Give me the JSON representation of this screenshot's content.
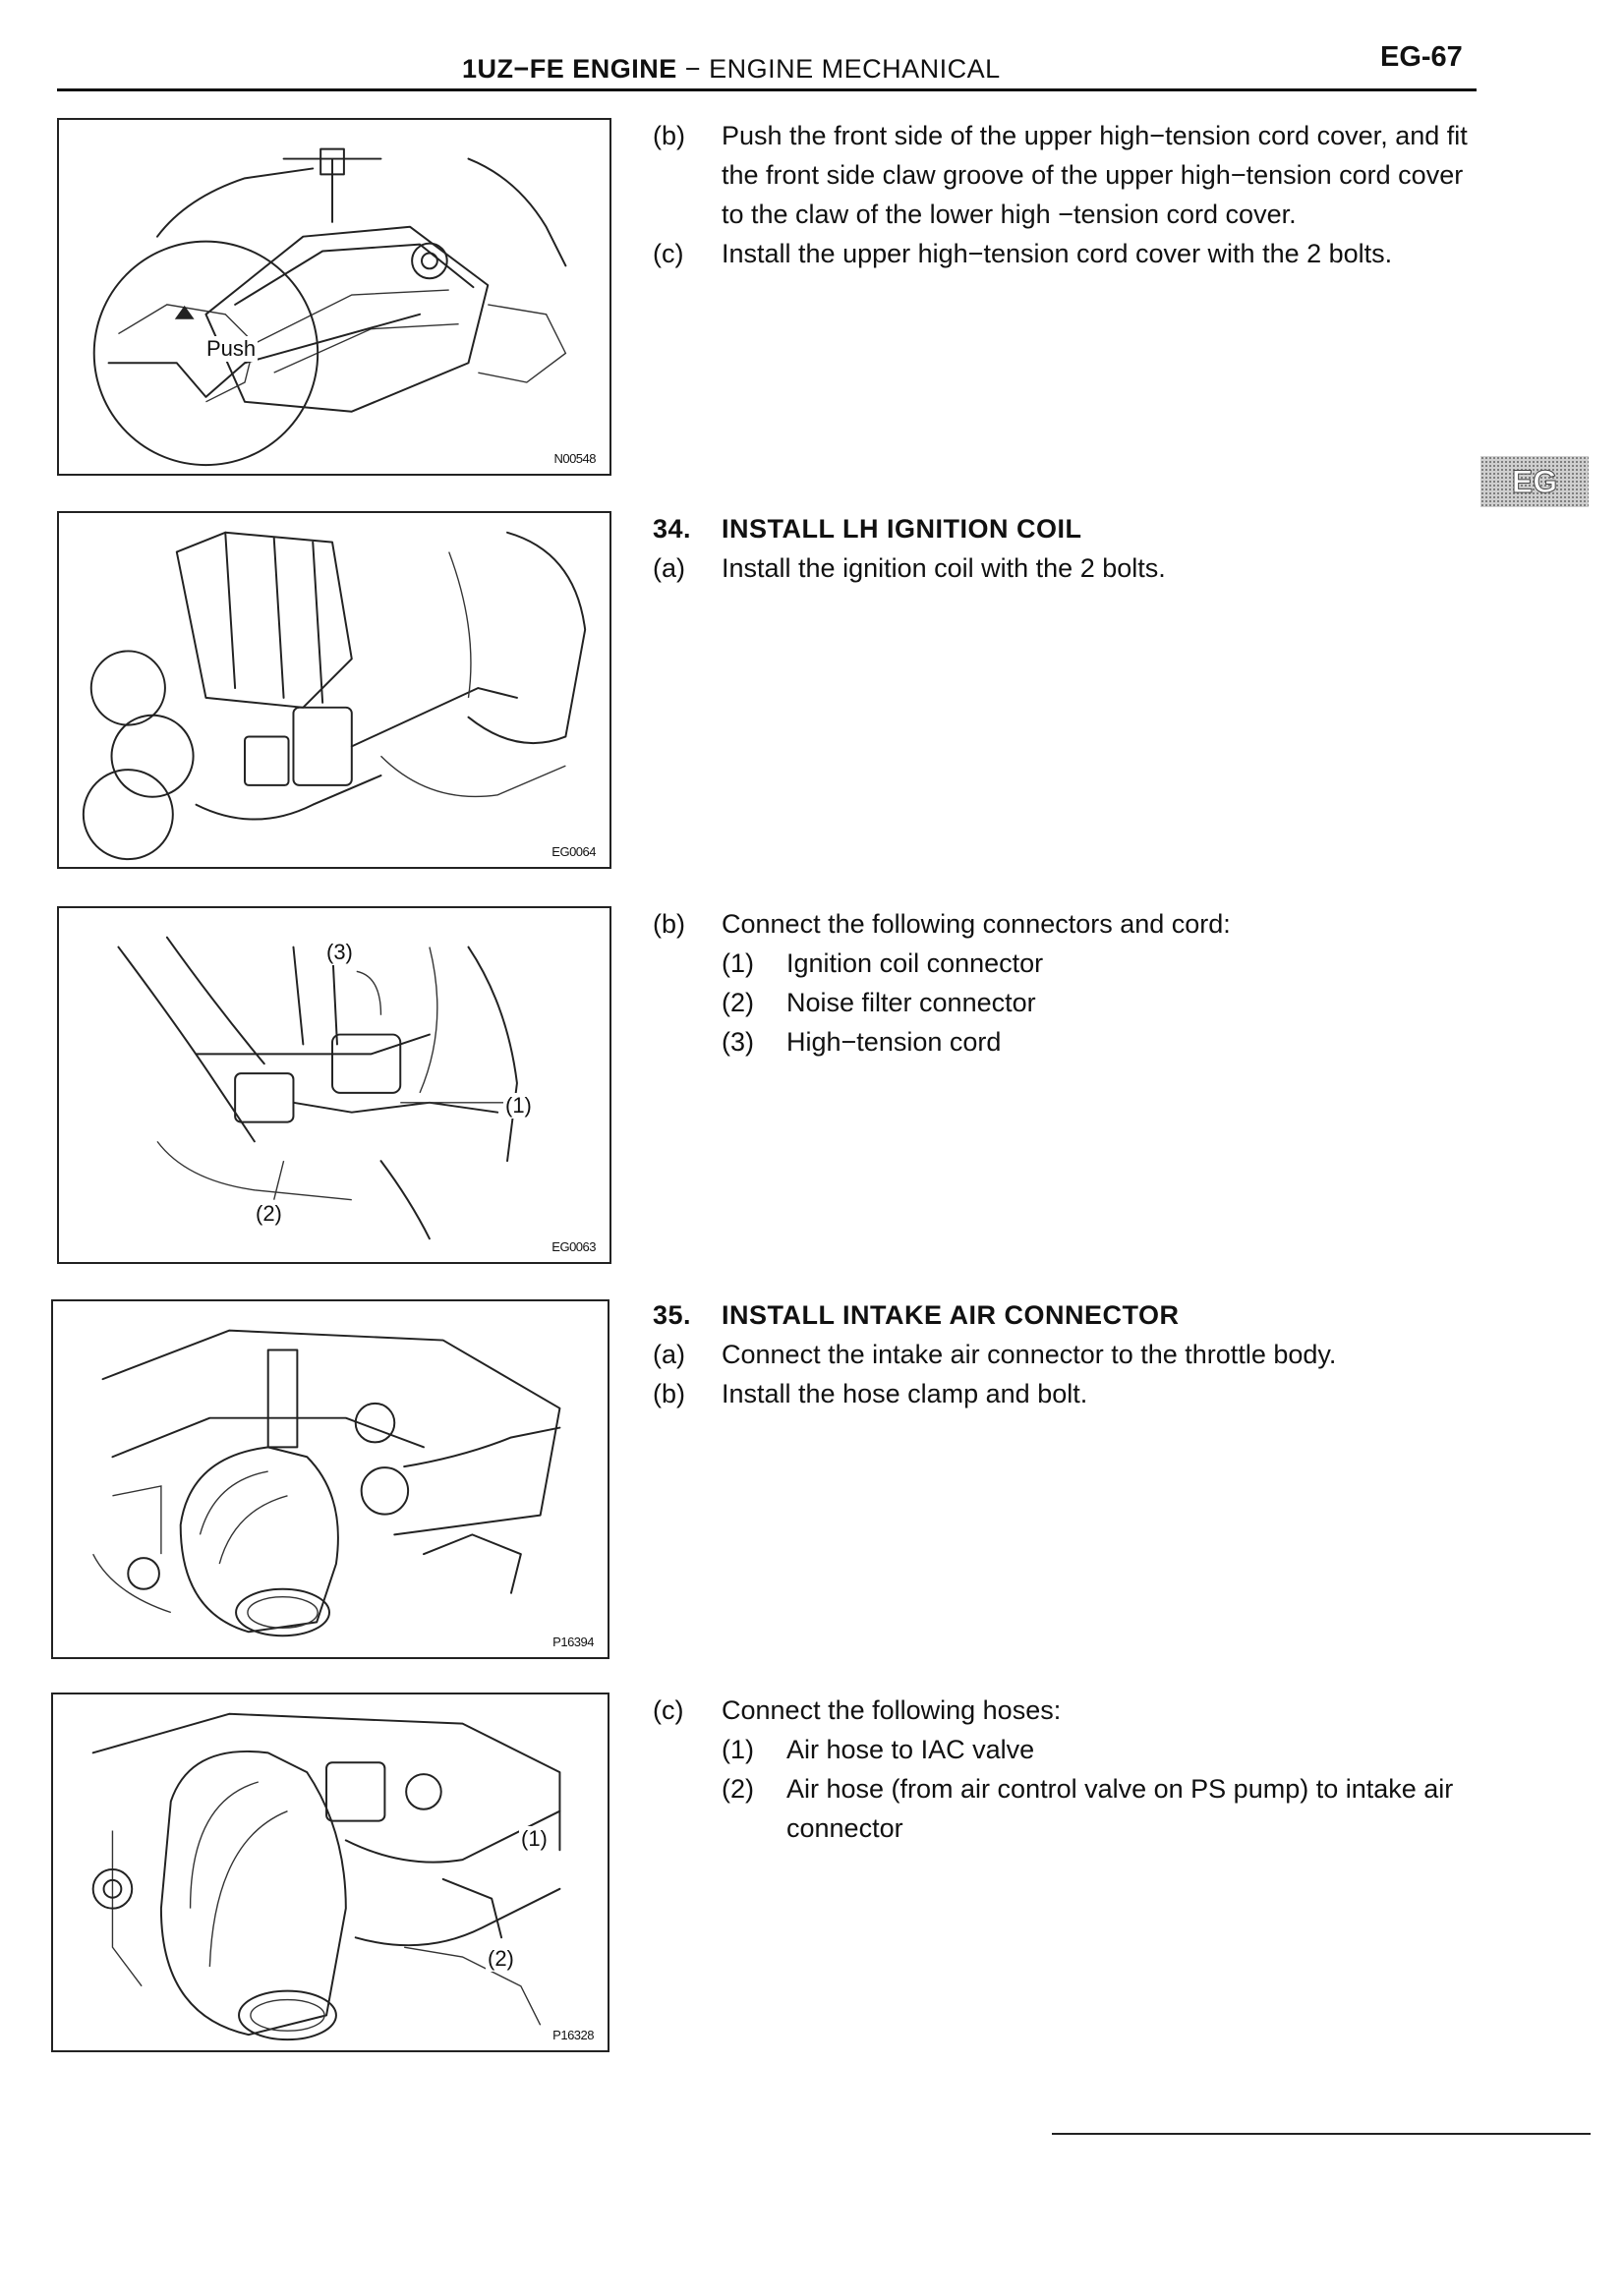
{
  "header": {
    "title_left": "1UZ−FE ENGINE",
    "title_right": " − ENGINE MECHANICAL",
    "page_number": "EG-67",
    "side_tab": "EG"
  },
  "figures": [
    {
      "code": "N00548",
      "labels": [
        "Push"
      ]
    },
    {
      "code": "EG0064",
      "labels": []
    },
    {
      "code": "EG0063",
      "labels": [
        "(3)",
        "(1)",
        "(2)"
      ]
    },
    {
      "code": "P16394",
      "labels": []
    },
    {
      "code": "P16328",
      "labels": [
        "(1)",
        "(2)"
      ]
    }
  ],
  "sections": [
    {
      "items": [
        {
          "label": "(b)",
          "text": "Push the front side of the upper high−tension cord cover, and fit the front side claw groove of the upper high−tension cord cover to the claw of the lower high −tension cord cover."
        },
        {
          "label": "(c)",
          "text": "Install the upper high−tension cord cover with the 2 bolts."
        }
      ]
    },
    {
      "heading_number": "34.",
      "heading": "INSTALL LH IGNITION COIL",
      "items": [
        {
          "label": "(a)",
          "text": "Install the ignition coil with the 2 bolts."
        }
      ]
    },
    {
      "items": [
        {
          "label": "(b)",
          "text": "Connect the following connectors and cord:"
        }
      ],
      "subitems": [
        {
          "label": "(1)",
          "text": "Ignition coil connector"
        },
        {
          "label": "(2)",
          "text": "Noise filter connector"
        },
        {
          "label": "(3)",
          "text": "High−tension cord"
        }
      ]
    },
    {
      "heading_number": "35.",
      "heading": "INSTALL INTAKE AIR CONNECTOR",
      "items": [
        {
          "label": "(a)",
          "text": "Connect the intake air connector to the throttle body."
        },
        {
          "label": "(b)",
          "text": "Install the hose clamp and bolt."
        }
      ]
    },
    {
      "items": [
        {
          "label": "(c)",
          "text": "Connect the following hoses:"
        }
      ],
      "subitems": [
        {
          "label": "(1)",
          "text": "Air hose to IAC valve"
        },
        {
          "label": "(2)",
          "text": "Air hose (from air control valve on PS pump) to intake air connector"
        }
      ]
    }
  ]
}
